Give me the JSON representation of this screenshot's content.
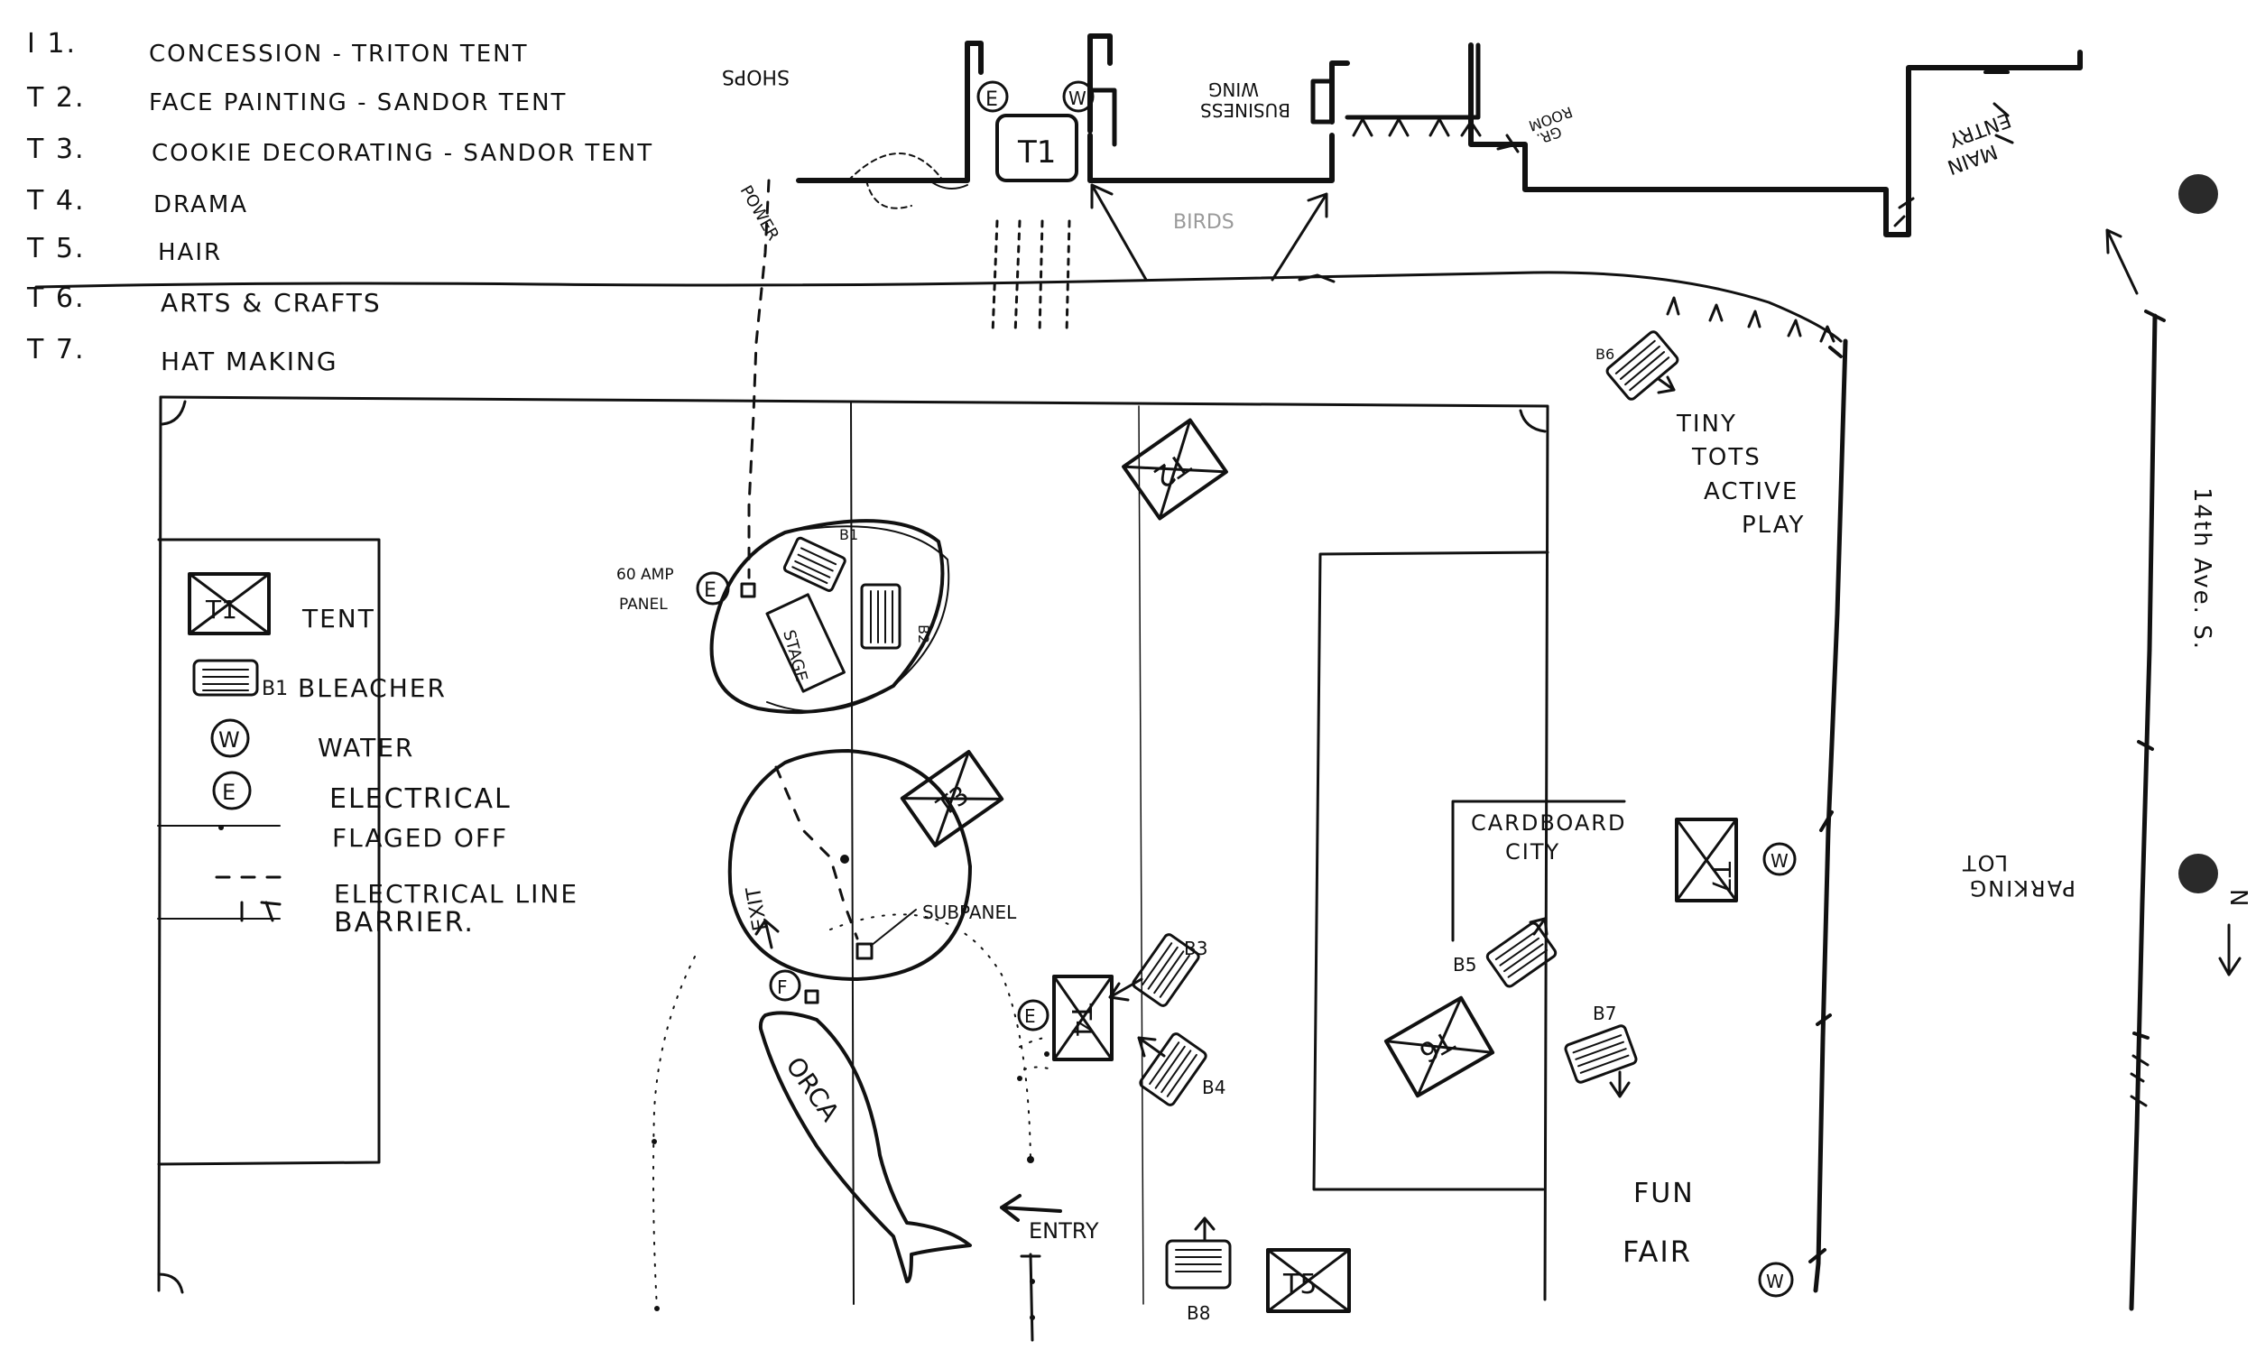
{
  "activities": [
    {
      "num": "I 1.",
      "label": "CONCESSION - TRITON TENT"
    },
    {
      "num": "T 2.",
      "label": "FACE PAINTING - SANDOR TENT"
    },
    {
      "num": "T 3.",
      "label": "COOKIE DECORATING - SANDOR TENT"
    },
    {
      "num": "T 4.",
      "label": "DRAMA"
    },
    {
      "num": "T 5.",
      "label": "HAIR"
    },
    {
      "num": "T 6.",
      "label": "ARTS & CRAFTS"
    },
    {
      "num": "T 7.",
      "label": "HAT MAKING"
    }
  ],
  "legend": {
    "tent": "TENT",
    "tent_symbol": "T1",
    "bleacher": "BLEACHER",
    "bleacher_symbol": "B1",
    "water": "WATER",
    "water_symbol": "W",
    "electrical": "ELECTRICAL",
    "electrical_symbol": "E",
    "flagged": "FLAGED OFF",
    "electrical_line": "ELECTRICAL LINE",
    "barrier": "BARRIER."
  },
  "building": {
    "shops": "SHOPS",
    "business_wing_1": "BUSINESS",
    "business_wing_2": "WING",
    "gr_room_1": "GR.",
    "gr_room_2": "ROOM",
    "main_entry_1": "MAIN",
    "main_entry_2": "ENTRY",
    "birds": "BIRDS",
    "power": "POWER"
  },
  "site": {
    "panel_60_1": "60 AMP",
    "panel_60_2": "PANEL",
    "stage": "STAGE",
    "subpanel": "SUBPANEL",
    "exit": "EXIT",
    "orca": "ORCA",
    "entry": "ENTRY",
    "cardboard_1": "CARDBOARD",
    "cardboard_2": "CITY",
    "tiny_1": "TINY",
    "tiny_2": "TOTS",
    "tiny_3": "ACTIVE",
    "tiny_4": "PLAY",
    "fun": "FUN",
    "fair": "FAIR",
    "street": "14th Ave. S.",
    "parking_1": "PARKING",
    "parking_2": "LOT",
    "north": "N"
  },
  "tents": [
    "T1",
    "T2",
    "T3",
    "T4",
    "T5",
    "T6",
    "T7"
  ],
  "bleachers": [
    "B1",
    "B2",
    "B3",
    "B4",
    "B5",
    "B6",
    "B7",
    "B8"
  ],
  "symbols": {
    "water": "W",
    "electrical": "E",
    "flag": "F"
  }
}
